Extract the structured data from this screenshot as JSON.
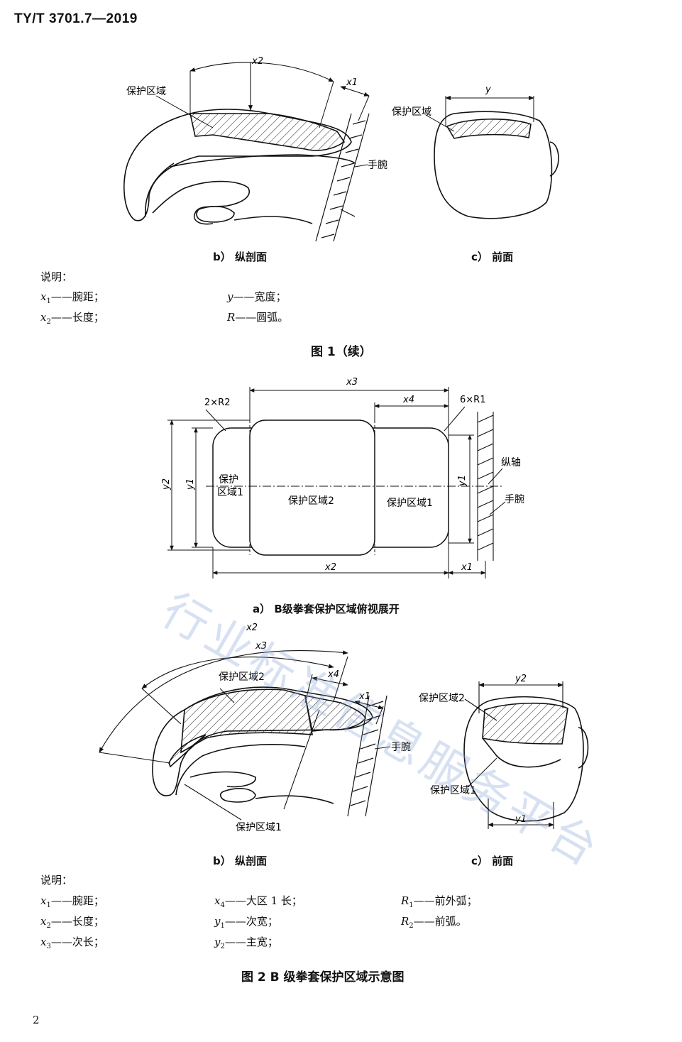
{
  "header": {
    "standard_code": "TY/T 3701.7—2019"
  },
  "figure1": {
    "caption_b": "b）  纵剖面",
    "caption_c": "c）  前面",
    "labels": {
      "x2": "x2",
      "x1": "x1",
      "y": "y",
      "protect_area": "保护区域",
      "wrist": "手腕"
    },
    "legend_title": "说明：",
    "legend": [
      {
        "sym": "x",
        "sub": "1",
        "text": "——腕距；"
      },
      {
        "sym": "y",
        "sub": "",
        "text": "——宽度；"
      },
      {
        "sym": "x",
        "sub": "2",
        "text": "——长度；"
      },
      {
        "sym": "R",
        "sub": "",
        "text": "——圆弧。"
      }
    ],
    "title": "图 1（续）"
  },
  "figure2": {
    "labels_a": {
      "x3": "x3",
      "x4": "x4",
      "x2": "x2",
      "x1": "x1",
      "two_r2": "2×R2",
      "six_r1": "6×R1",
      "y2": "y2",
      "y1_left": "y1",
      "y1_right": "y1",
      "zone1_left_a": "保护",
      "zone1_left_b": "区域1",
      "zone2": "保护区域2",
      "zone1_right": "保护区域1",
      "axis": "纵轴",
      "wrist": "手腕"
    },
    "caption_a": "a）  B级拳套保护区域俯视展开",
    "labels_b": {
      "x2": "x2",
      "x3": "x3",
      "x4": "x4",
      "x1": "x1",
      "zone2": "保护区域2",
      "zone1": "保护区域1",
      "wrist": "手腕"
    },
    "labels_c": {
      "y2": "y2",
      "y1": "y1",
      "zone2": "保护区域2",
      "zone1": "保护区域1"
    },
    "caption_b": "b）  纵剖面",
    "caption_c": "c）  前面",
    "legend_title": "说明：",
    "legend": [
      {
        "sym": "x",
        "sub": "1",
        "text": "——腕距；"
      },
      {
        "sym": "x",
        "sub": "4",
        "text": "——大区 1 长；"
      },
      {
        "sym": "R",
        "sub": "1",
        "text": "——前外弧；"
      },
      {
        "sym": "x",
        "sub": "2",
        "text": "——长度；"
      },
      {
        "sym": "y",
        "sub": "1",
        "text": "——次宽；"
      },
      {
        "sym": "R",
        "sub": "2",
        "text": "——前弧。"
      },
      {
        "sym": "x",
        "sub": "3",
        "text": "——次长；"
      },
      {
        "sym": "y",
        "sub": "2",
        "text": "——主宽；"
      }
    ],
    "title": "图 2   B 级拳套保护区域示意图"
  },
  "watermark": "行业标准信息服务平台",
  "page_number": "2"
}
